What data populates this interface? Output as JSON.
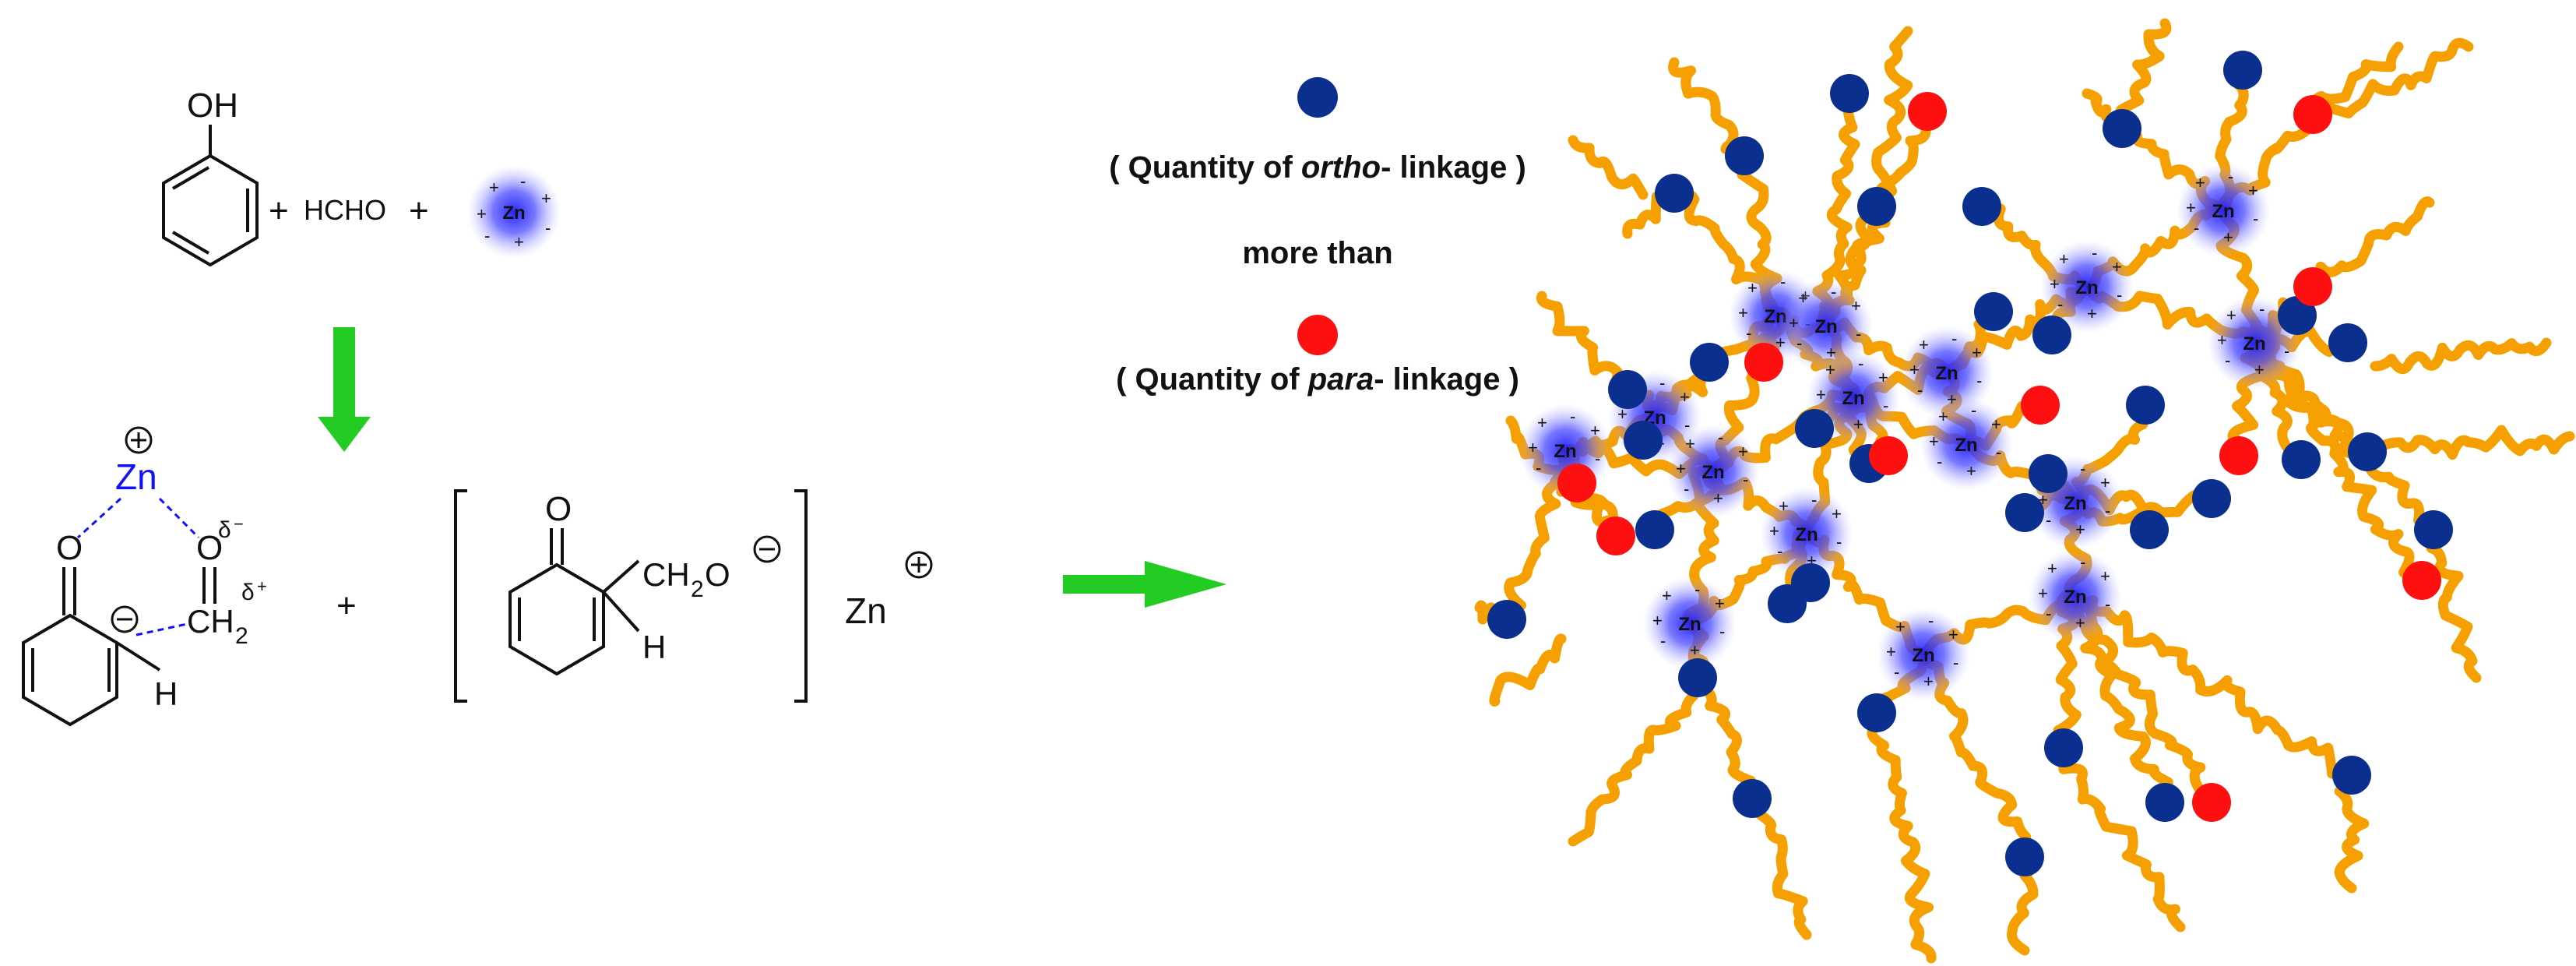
{
  "colors": {
    "ortho_dot": "#0a2f8f",
    "para_dot": "#ff1010",
    "chain": "#f5a000",
    "arrow": "#22cc22",
    "zn_glow": "#3a3aff",
    "coordination_bond": "#1010ff"
  },
  "reactants": {
    "oh": "OH",
    "plus1": "+",
    "formaldehyde": "HCHO",
    "plus2": "+",
    "zn_label": "Zn"
  },
  "intermediate": {
    "zn": "Zn",
    "o_left": "O",
    "o_right": "O",
    "delta_minus": "δ",
    "delta_plus": "δ",
    "ch2": "CH",
    "ch2_sub": "2",
    "h": "H",
    "plus": "+"
  },
  "complex": {
    "o": "O",
    "ch2o": "CH",
    "ch2o_sub": "2",
    "ch2o_o": "O",
    "h": "H",
    "zn": "Zn"
  },
  "legend": {
    "ortho_prefix": "( Quantity of ",
    "ortho_italic": "ortho",
    "ortho_suffix": "- linkage )",
    "comparison": "more than",
    "para_prefix": "( Quantity of ",
    "para_italic": "para",
    "para_suffix": "- linkage )"
  },
  "network": {
    "zn_label": "Zn"
  }
}
